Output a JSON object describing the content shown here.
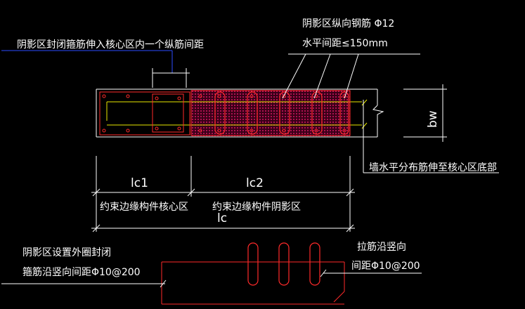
{
  "notes": {
    "top_left": "阴影区封闭箍筋伸入核心区内一个纵筋间距",
    "top_right_line1": "阴影区纵向钢筋 Φ12",
    "top_right_line2": "水平间距≤150mm",
    "right_side": "墙水平分布筋伸至核心区底部",
    "bottom_left_line1": "阴影区设置外圈封闭",
    "bottom_left_line2": "箍筋沿竖向间距Φ10@200",
    "bottom_right_line1": "拉筋沿竖向",
    "bottom_right_line2": "间距Φ10@200"
  },
  "dimensions": {
    "lc1": "lc1",
    "lc2": "lc2",
    "lc": "lc",
    "bw": "bw"
  },
  "zones": {
    "core": "约束边缘构件核心区",
    "shadow": "约束边缘构件阴影区"
  },
  "colors": {
    "background": "#000000",
    "text": "#ffffff",
    "outline": "#ffffff",
    "rebar": "#ff2a2a",
    "hatch": "#ff1e78",
    "distribution_bar": "#ffff00",
    "leader": "#2b4cff",
    "yellow_line": "#e8e800"
  }
}
